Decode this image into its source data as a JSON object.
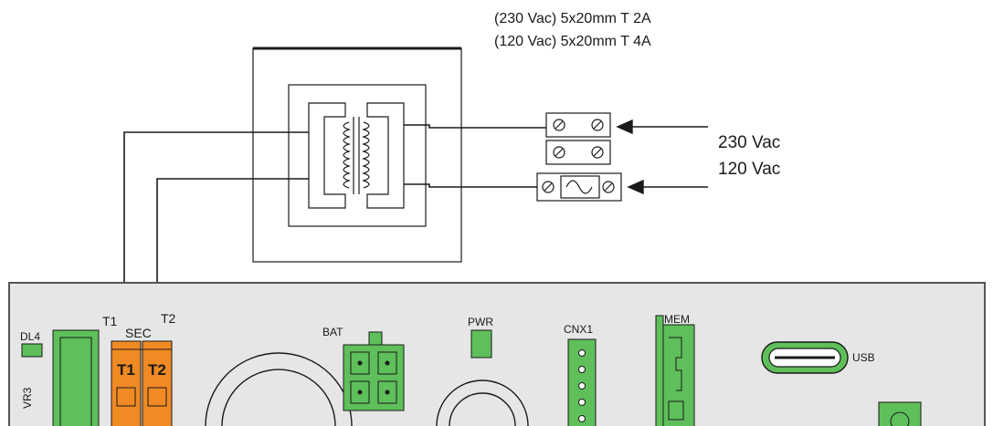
{
  "fuse": {
    "line_230": "(230 Vac) 5x20mm T 2A",
    "line_120": "(120 Vac) 5x20mm T 4A"
  },
  "mains": {
    "v230": "230 Vac",
    "v120": "120 Vac"
  },
  "board": {
    "sec_label": "SEC",
    "t1_label": "T1",
    "t2_label": "T2",
    "t1_terminal": "T1",
    "t2_terminal": "T2",
    "dl4": "DL4",
    "vr3": "VR3",
    "bat": "BAT",
    "pwr": "PWR",
    "cnx1": "CNX1",
    "mem": "MEM",
    "usb": "USB"
  },
  "colors": {
    "terminal_orange": "#f08a24",
    "connector_green": "#5fbf5a",
    "board_fill": "#e6e6e6",
    "line": "#1a1a1a"
  }
}
